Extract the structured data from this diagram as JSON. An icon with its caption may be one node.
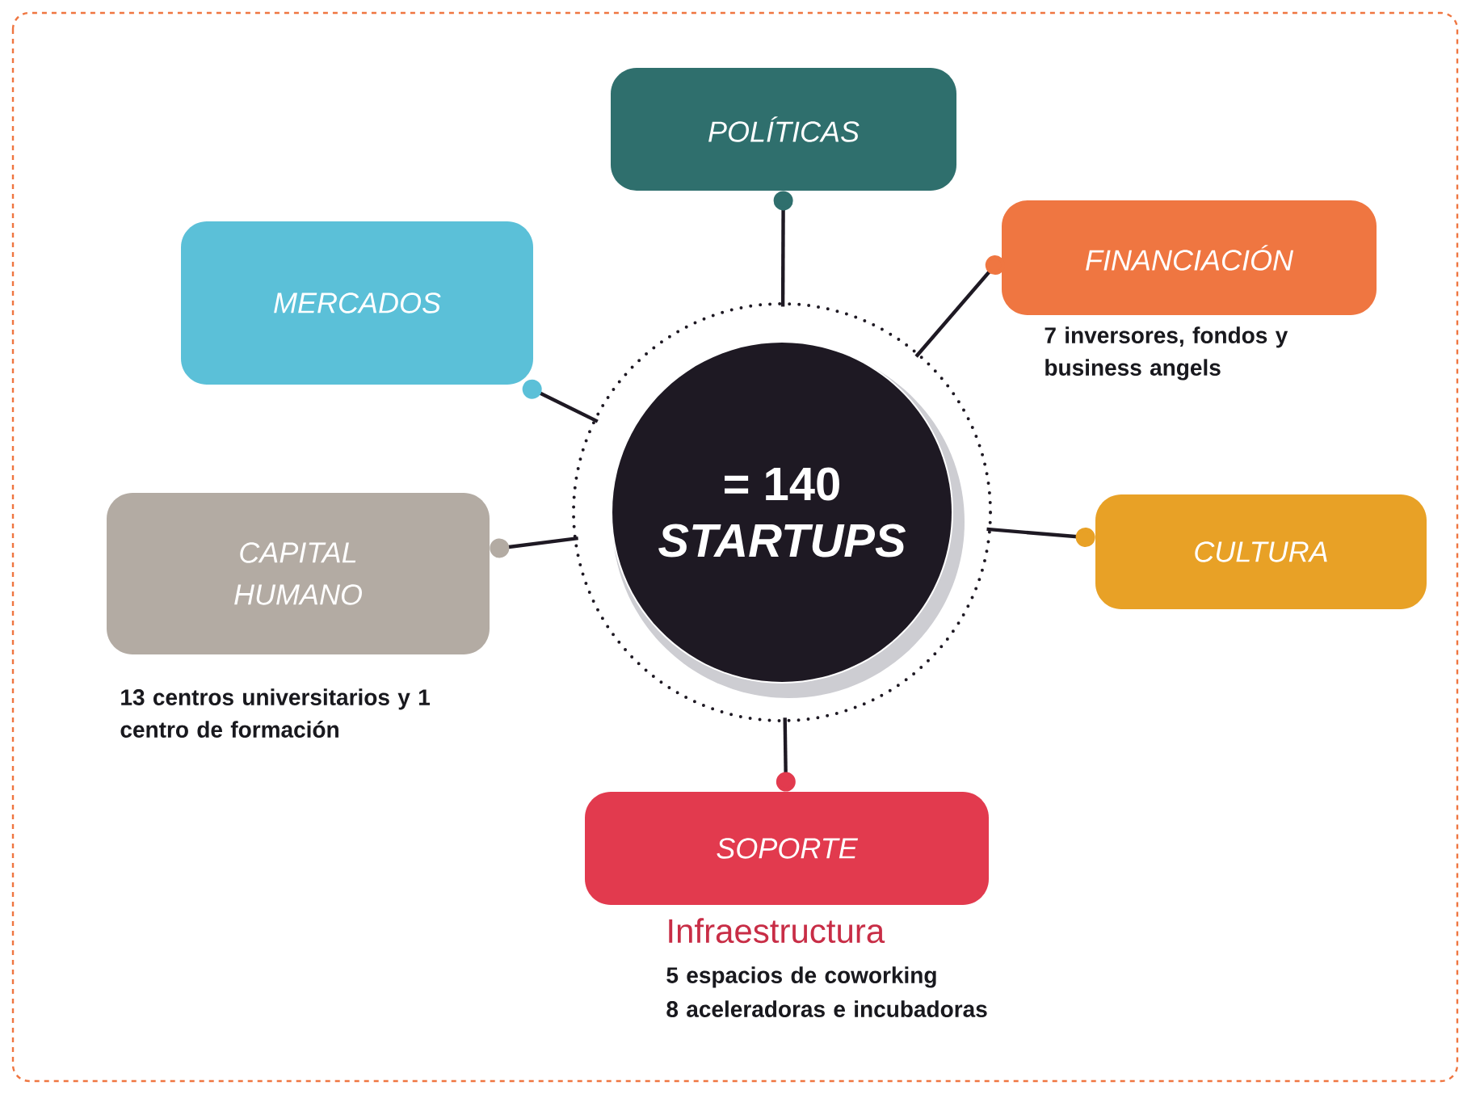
{
  "diagram": {
    "nodes": [
      {
        "text": [
          "POLÍTICAS"
        ]
      },
      {
        "text": [
          "MERCADOS"
        ]
      },
      {
        "text": [
          "FINANCIACIÓN"
        ],
        "beside": [
          "7 inversores, fondos y business angels"
        ]
      },
      {
        "text": [
          "= 140",
          "STARTUPS"
        ]
      },
      {
        "text": [
          "CAPITAL HUMANO"
        ],
        "beside": [
          "13 centros universitarios y 1 centro de formación"
        ]
      },
      {
        "text": [
          "CULTURA"
        ]
      },
      {
        "text": [
          "SOPORTE"
        ],
        "beside": [
          "Infraestructura",
          "5 espacios de coworking",
          "8 aceleradoras e incubadoras"
        ]
      }
    ],
    "edges": [
      {
        "from": 3,
        "to": 0,
        "arrow": "other"
      },
      {
        "from": 3,
        "to": 1,
        "arrow": "other"
      },
      {
        "from": 3,
        "to": 2,
        "arrow": "other"
      },
      {
        "from": 3,
        "to": 4,
        "arrow": "other"
      },
      {
        "from": 3,
        "to": 5,
        "arrow": "other"
      },
      {
        "from": 3,
        "to": 6,
        "arrow": "other"
      }
    ]
  }
}
